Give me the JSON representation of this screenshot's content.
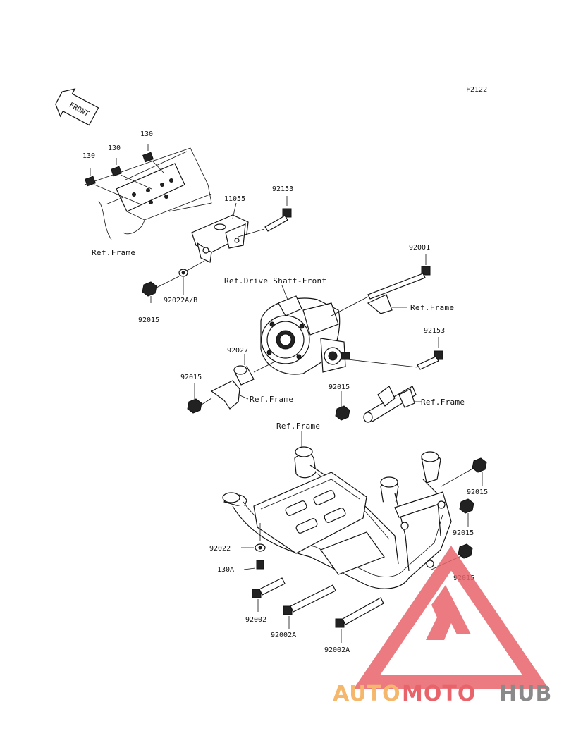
{
  "figure_code": "F2122",
  "front_marker": "FRONT",
  "labels": {
    "bolt_130_a": "130",
    "bolt_130_b": "130",
    "bolt_130_c": "130",
    "bracket_11055": "11055",
    "bolt_92153_top": "92153",
    "ref_frame_top": "Ref.Frame",
    "washer_92022ab": "92022A/B",
    "nut_92015_a": "92015",
    "ref_drive_shaft": "Ref.Drive Shaft-Front",
    "bolt_92001": "92001",
    "ref_frame_right1": "Ref.Frame",
    "bolt_92153_mid": "92153",
    "collar_92027": "92027",
    "nut_92015_b": "92015",
    "ref_frame_left": "Ref.Frame",
    "nut_92015_c": "92015",
    "ref_frame_right2": "Ref.Frame",
    "ref_frame_lower": "Ref.Frame",
    "nut_92015_d": "92015",
    "nut_92015_e": "92015",
    "nut_92015_f": "92015",
    "washer_92022": "92022",
    "bolt_130a": "130A",
    "bolt_92002": "92002",
    "bolt_92002a_1": "92002A",
    "bolt_92002a_2": "92002A"
  },
  "watermark": {
    "part1": "AUTO",
    "part2": "MOTO",
    "part3": "HUB",
    "color_orange": "#f5b76b",
    "color_red": "#e8646a",
    "color_gray": "#8a8a8a"
  }
}
